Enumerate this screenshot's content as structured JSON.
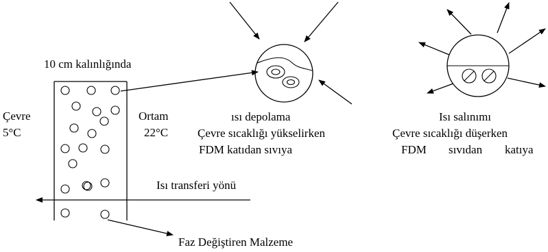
{
  "wall": {
    "thickness_label": "10 cm kalınlığında",
    "outside_label": "Çevre",
    "outside_temp": "5°C",
    "inside_label": "Ortam",
    "inside_temp": "22°C"
  },
  "heat_transfer": {
    "label": "Isı transferi yönü"
  },
  "material": {
    "label": "Faz Değiştiren Malzeme"
  },
  "storage": {
    "line1": "ısı depolama",
    "line2": "Çevre sıcaklığı yükselirken",
    "line3": "FDM katıdan sıvıya"
  },
  "release": {
    "line1": "Isı salınımı",
    "line2": "Çevre sıcaklığı düşerken",
    "line3_words": [
      "FDM",
      "sıvıdan",
      "katıya"
    ]
  },
  "colors": {
    "ink": "#000000",
    "background": "#ffffff"
  }
}
